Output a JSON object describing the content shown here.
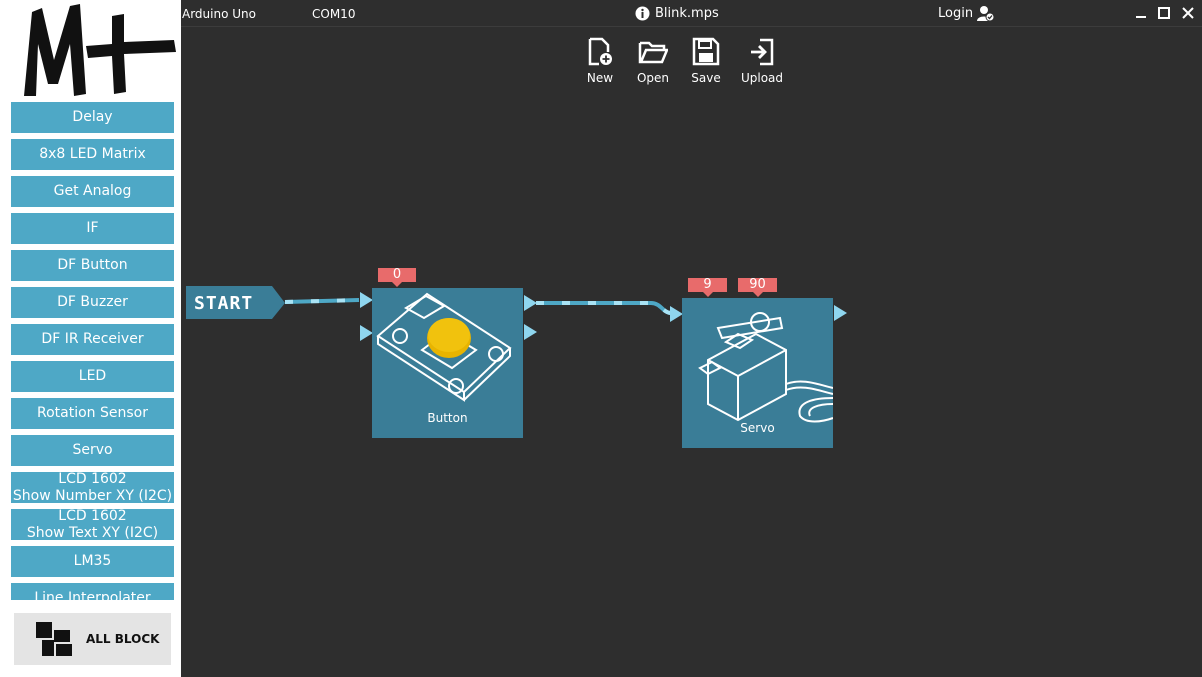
{
  "app": {
    "board": "Arduino Uno",
    "port": "COM10",
    "file": "Blink.mps",
    "login": "Login"
  },
  "toolbar": {
    "new": "New",
    "open": "Open",
    "save": "Save",
    "upload": "Upload"
  },
  "sidebar": {
    "logo_text": "M+",
    "items": [
      {
        "label": "Delay"
      },
      {
        "label": "8x8 LED Matrix"
      },
      {
        "label": "Get Analog"
      },
      {
        "label": "IF"
      },
      {
        "label": "DF Button"
      },
      {
        "label": "DF Buzzer"
      },
      {
        "label": "DF IR Receiver"
      },
      {
        "label": "LED"
      },
      {
        "label": "Rotation Sensor"
      },
      {
        "label": "Servo"
      },
      {
        "label": "LCD 1602",
        "sub": "Show Number XY (I2C)"
      },
      {
        "label": "LCD 1602",
        "sub": "Show Text XY (I2C)"
      },
      {
        "label": "LM35"
      },
      {
        "label": "Line Interpolater"
      }
    ],
    "all_block": "ALL BLOCK"
  },
  "canvas": {
    "start_label": "START",
    "button_node": {
      "label": "Button",
      "param": "0"
    },
    "servo_node": {
      "label": "Servo",
      "params": [
        "9",
        "90"
      ]
    }
  },
  "colors": {
    "accent": "#4ea8c6",
    "node": "#3a7d97",
    "param": "#e86b6b",
    "port": "#8fd6ef",
    "background": "#2e2e2e"
  },
  "icons": [
    "new-file-icon",
    "open-folder-icon",
    "save-icon",
    "upload-icon",
    "info-icon",
    "user-icon",
    "minimize-icon",
    "maximize-icon",
    "close-icon"
  ]
}
